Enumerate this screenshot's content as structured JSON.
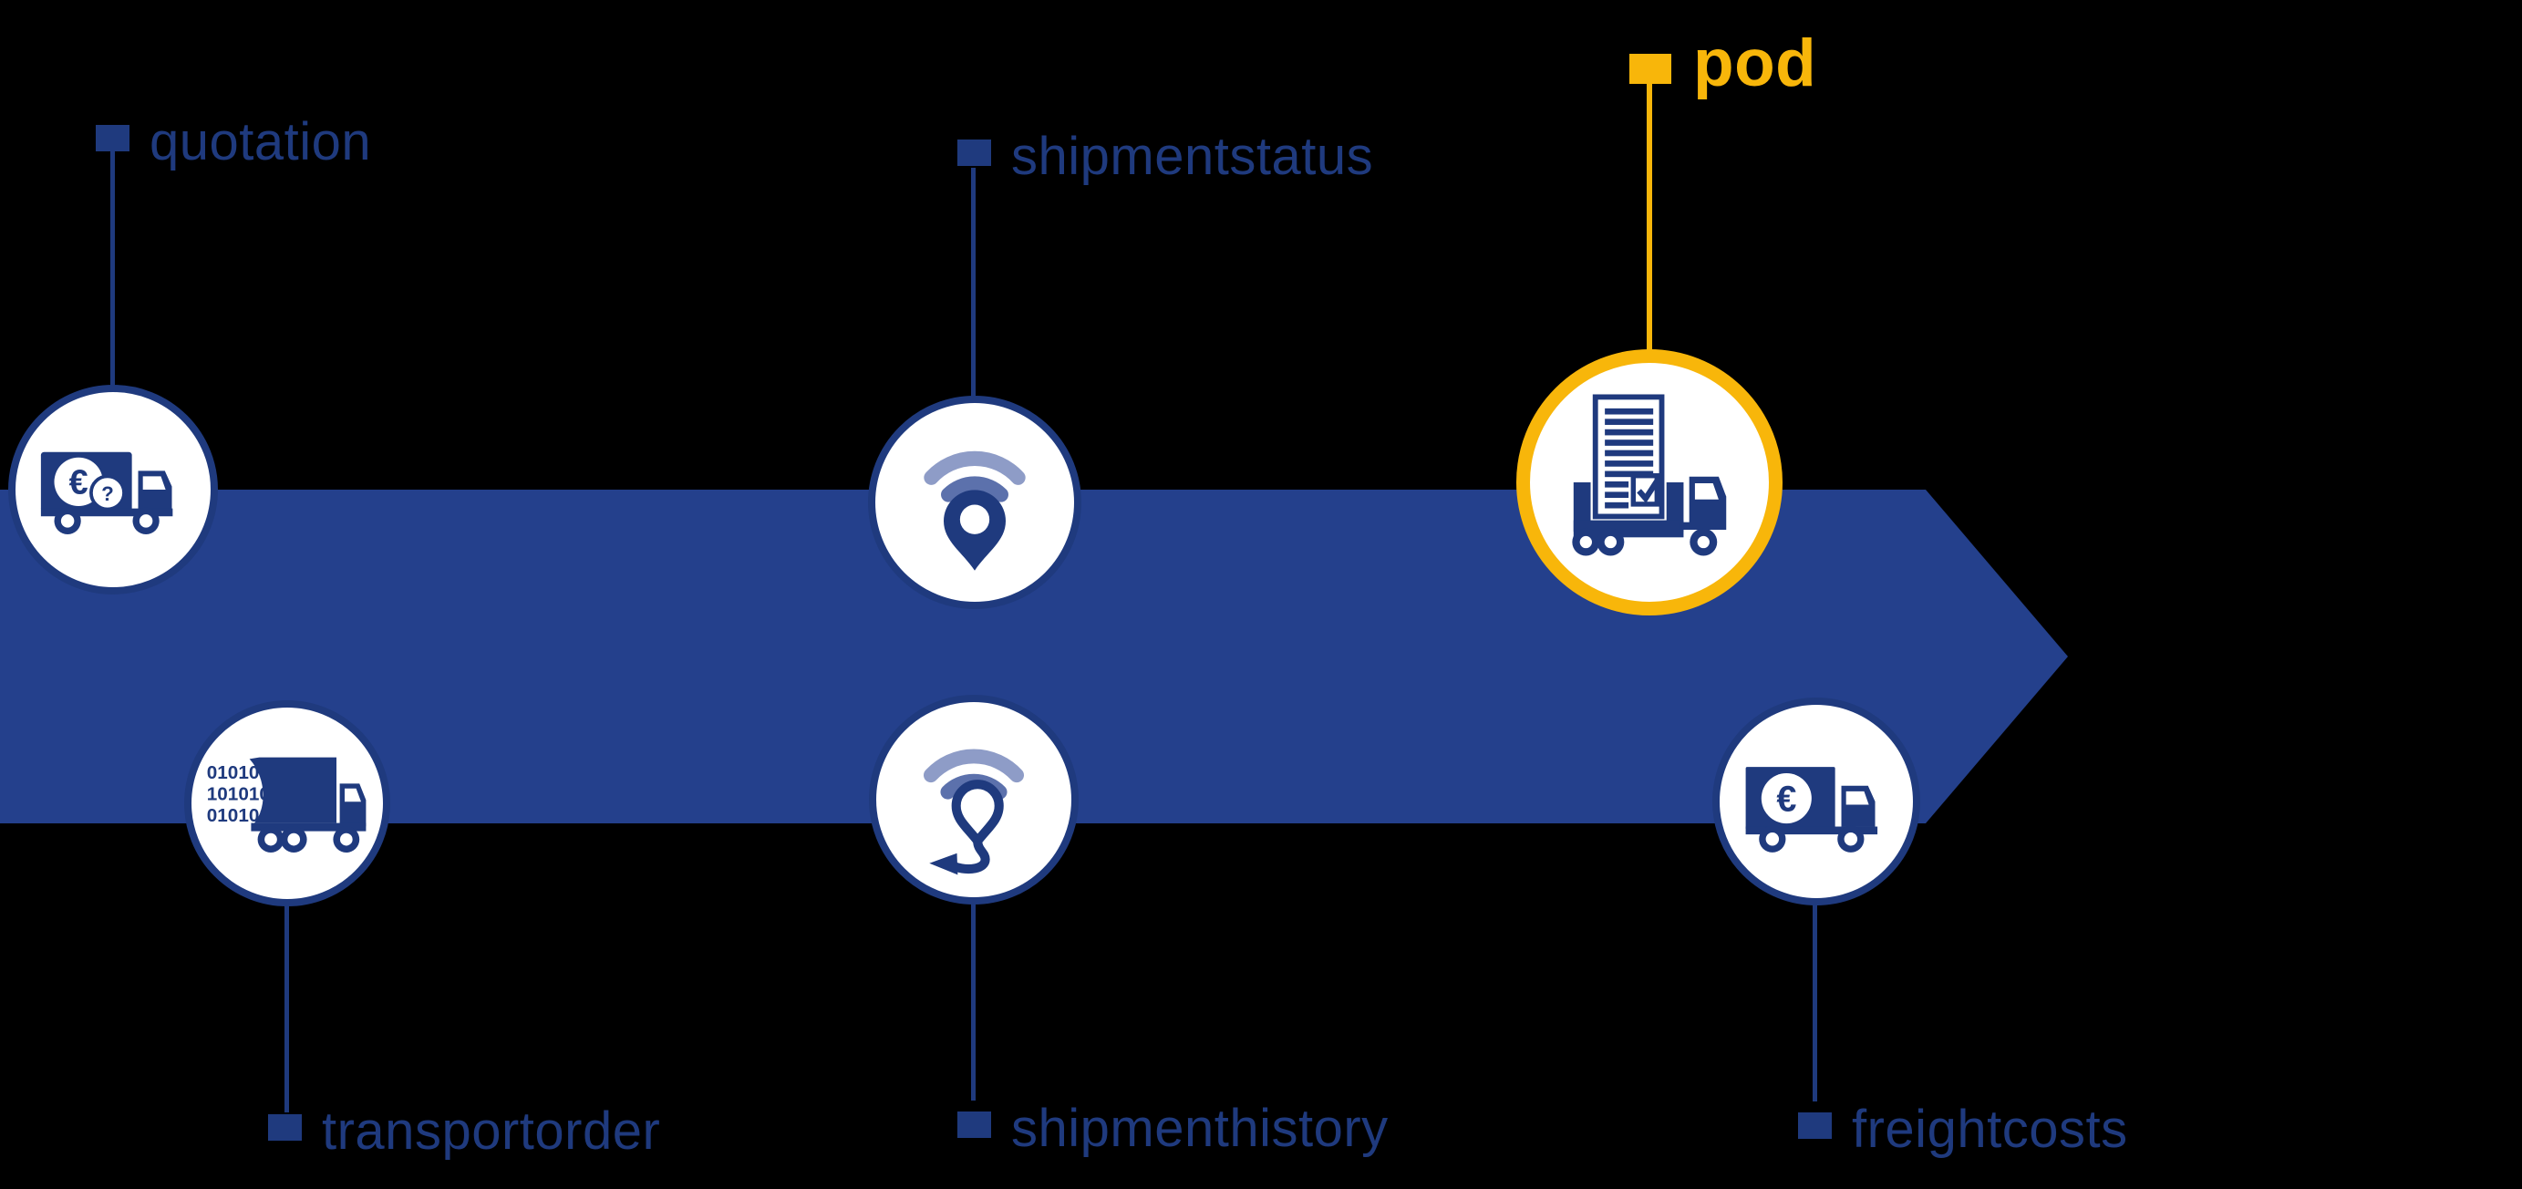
{
  "diagram": {
    "type": "process-flow-arrow",
    "direction": "right",
    "stages": [
      {
        "id": "quotation",
        "label": "quotation",
        "row": "top",
        "icon": "truck-euro-question-icon",
        "highlighted": false
      },
      {
        "id": "transportorder",
        "label": "transportorder",
        "row": "bottom",
        "icon": "binary-data-truck-icon",
        "highlighted": false,
        "icon_text_lines": [
          "0101010",
          "1010101",
          "010101"
        ]
      },
      {
        "id": "shipmentstatus",
        "label": "shipmentstatus",
        "row": "top",
        "icon": "wifi-location-pin-icon",
        "highlighted": false
      },
      {
        "id": "shipmenthistory",
        "label": "shipmenthistory",
        "row": "bottom",
        "icon": "wifi-route-history-icon",
        "highlighted": false
      },
      {
        "id": "pod",
        "label": "pod",
        "row": "top",
        "icon": "document-check-truck-icon",
        "highlighted": true
      },
      {
        "id": "freightcosts",
        "label": "freightcosts",
        "row": "bottom",
        "icon": "truck-euro-icon",
        "highlighted": false
      }
    ],
    "glyphs": {
      "euro": "€",
      "question": "?"
    }
  },
  "colors": {
    "background": "#000000",
    "navy": "#1f3a7e",
    "band": "#24408c",
    "yellow": "#f8b60a",
    "wifi_outer": "#8e9cc7",
    "wifi_inner": "#5c71ac",
    "white": "#ffffff"
  }
}
